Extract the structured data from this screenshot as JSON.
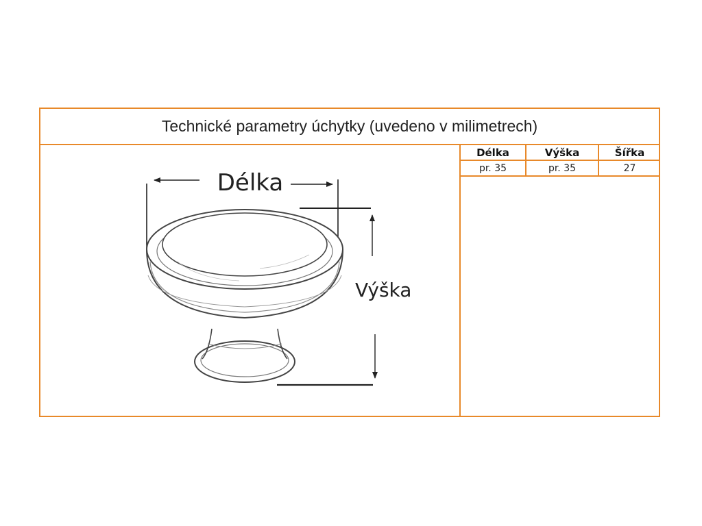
{
  "title": "Technické parametry úchytky (uvedeno v milimetrech)",
  "labels": {
    "length": "Délka",
    "height": "Výška"
  },
  "table": {
    "headers": [
      "Délka",
      "Výška",
      "Šířka"
    ],
    "values": [
      "pr. 35",
      "pr. 35",
      "27"
    ]
  },
  "colors": {
    "border": "#e8892a",
    "line": "#222222"
  },
  "icons": {
    "product": "cabinet-knob-sketch",
    "arrows": "dimension-arrow"
  }
}
